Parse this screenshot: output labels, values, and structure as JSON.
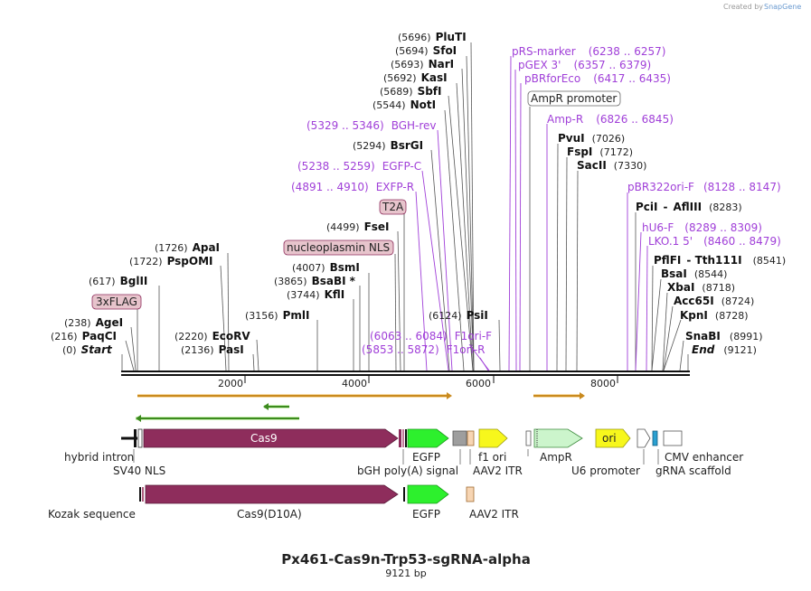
{
  "credit": {
    "prefix": "Created by",
    "brand": "SnapGene"
  },
  "map": {
    "title": "Px461-Cas9n-Trp53-sgRNA-alpha",
    "length_label": "9121 bp",
    "length": 9121,
    "ticks": [
      "2000",
      "4000",
      "6000",
      "8000"
    ]
  },
  "sites": [
    {
      "pos": "(0)",
      "name": "Start",
      "italic": true
    },
    {
      "pos": "(216)",
      "name": "PaqCI"
    },
    {
      "pos": "(238)",
      "name": "AgeI"
    },
    {
      "pos": "(617)",
      "name": "BglII"
    },
    {
      "pos": "(1722)",
      "name": "PspOMI"
    },
    {
      "pos": "(1726)",
      "name": "ApaI"
    },
    {
      "pos": "(2136)",
      "name": "PasI"
    },
    {
      "pos": "(2220)",
      "name": "EcoRV"
    },
    {
      "pos": "(3156)",
      "name": "PmlI"
    },
    {
      "pos": "(3744)",
      "name": "KflI"
    },
    {
      "pos": "(3865)",
      "name": "BsaBI",
      "star": "*"
    },
    {
      "pos": "(4007)",
      "name": "BsmI"
    },
    {
      "pos": "(4499)",
      "name": "FseI"
    },
    {
      "pos": "(5294)",
      "name": "BsrGI"
    },
    {
      "pos": "(5544)",
      "name": "NotI"
    },
    {
      "pos": "(5689)",
      "name": "SbfI"
    },
    {
      "pos": "(5692)",
      "name": "KasI"
    },
    {
      "pos": "(5693)",
      "name": "NarI"
    },
    {
      "pos": "(5694)",
      "name": "SfoI"
    },
    {
      "pos": "(5696)",
      "name": "PluTI"
    },
    {
      "pos": "(6124)",
      "name": "PsiI"
    },
    {
      "pos": "(7026)",
      "name": "PvuI"
    },
    {
      "pos": "(7172)",
      "name": "FspI"
    },
    {
      "pos": "(7330)",
      "name": "SacII"
    },
    {
      "pos": "(8283)",
      "name": "PciI",
      "sep": "-",
      "name2": "AflIII"
    },
    {
      "pos": "(8541)",
      "name": "PflFI",
      "sep": "-",
      "name2": "Tth111I"
    },
    {
      "pos": "(8544)",
      "name": "BsaI"
    },
    {
      "pos": "(8718)",
      "name": "XbaI"
    },
    {
      "pos": "(8724)",
      "name": "Acc65I"
    },
    {
      "pos": "(8728)",
      "name": "KpnI"
    },
    {
      "pos": "(8991)",
      "name": "SnaBI"
    },
    {
      "pos": "(9121)",
      "name": "End",
      "italic": true
    }
  ],
  "primers": [
    {
      "name": "BGH-rev",
      "range": "(5329 .. 5346)"
    },
    {
      "name": "EGFP-C",
      "range": "(5238 .. 5259)"
    },
    {
      "name": "EXFP-R",
      "range": "(4891 .. 4910)"
    },
    {
      "name": "F1ori-F",
      "range": "(6063 .. 6084)"
    },
    {
      "name": "F1ori-R",
      "range": "(5853 .. 5872)"
    },
    {
      "name": "pRS-marker",
      "range": "(6238 .. 6257)"
    },
    {
      "name": "pGEX 3'",
      "range": "(6357 .. 6379)"
    },
    {
      "name": "pBRforEco",
      "range": "(6417 .. 6435)"
    },
    {
      "name": "Amp-R",
      "range": "(6826 .. 6845)"
    },
    {
      "name": "pBR322ori-F",
      "range": "(8128 .. 8147)"
    },
    {
      "name": "hU6-F",
      "range": "(8289 .. 8309)"
    },
    {
      "name": "LKO.1 5'",
      "range": "(8460 .. 8479)"
    }
  ],
  "tags": [
    "3xFLAG",
    "T2A",
    "nucleoplasmin NLS",
    "AmpR promoter"
  ],
  "features": {
    "cas9": "Cas9",
    "cas9d10a": "Cas9(D10A)",
    "hybrid_intron": "hybrid intron",
    "sv40_nls": "SV40 NLS",
    "egfp": "EGFP",
    "egfp2": "EGFP",
    "bgh": "bGH poly(A) signal",
    "f1_ori": "f1 ori",
    "aav2_itr": "AAV2 ITR",
    "aav2_itr2": "AAV2 ITR",
    "ampr": "AmpR",
    "ori": "ori",
    "u6": "U6 promoter",
    "cmv": "CMV enhancer",
    "grna": "gRNA scaffold",
    "kozak": "Kozak sequence"
  },
  "colors": {
    "cas9": "#8e2d5c",
    "egfp": "#2df02d",
    "yellow": "#f7f71c",
    "ampr": "#ccf5cc",
    "primer": "#a03fd8",
    "orf_orange": "#f0b040",
    "orf_green": "#3c8a1e"
  }
}
